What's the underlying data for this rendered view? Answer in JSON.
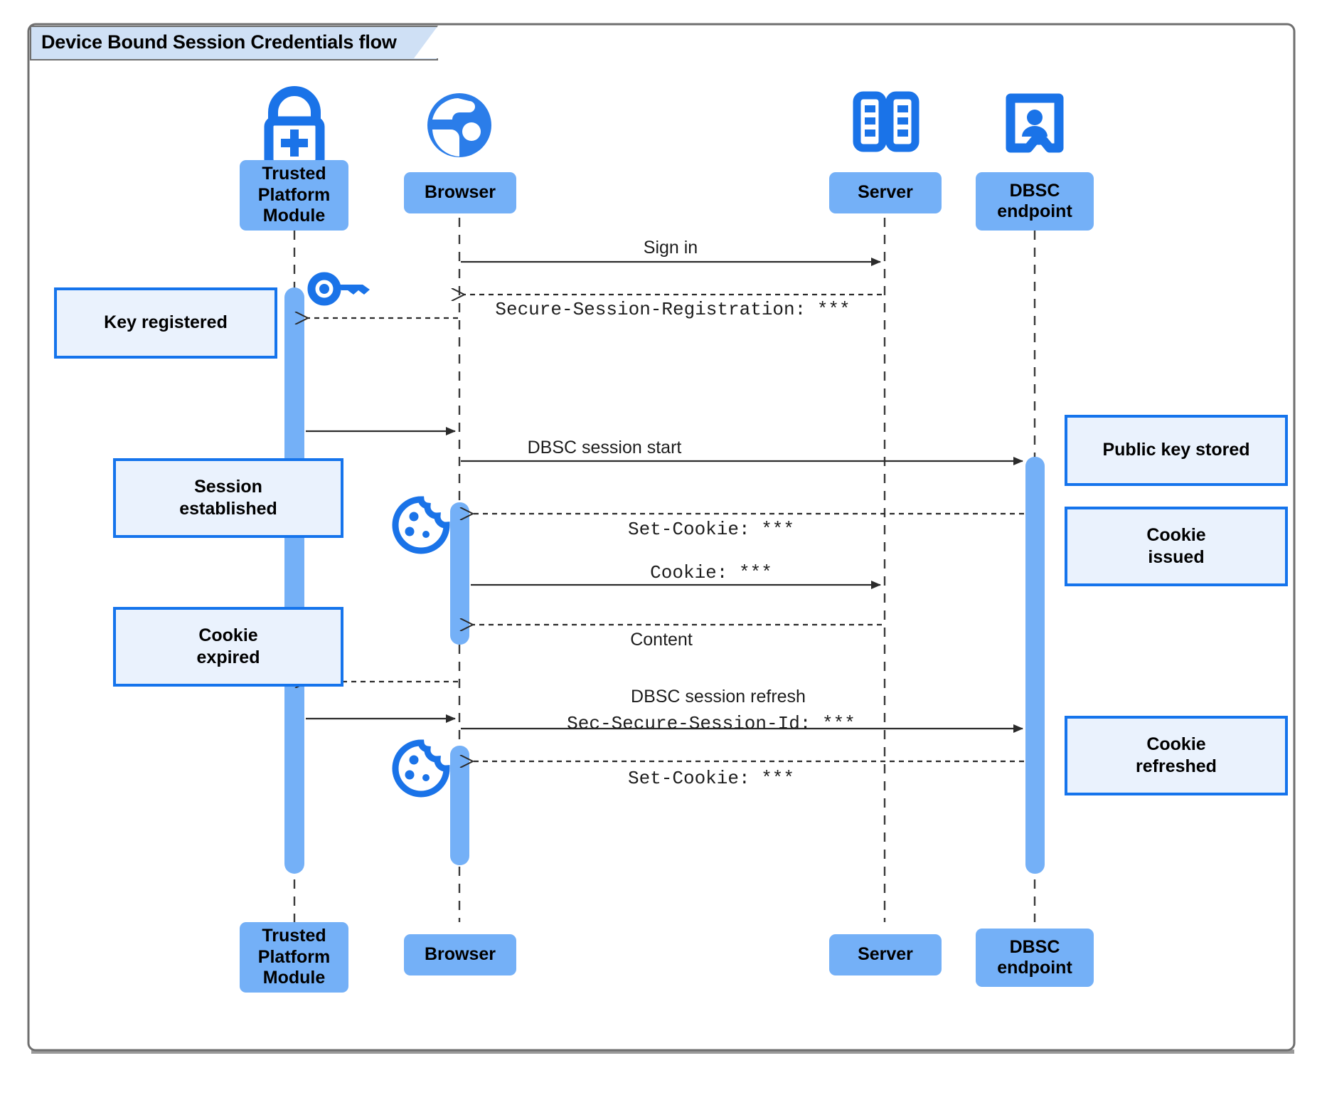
{
  "frame": {
    "title": "Device Bound Session Credentials flow"
  },
  "colors": {
    "participant_fill": "#74b0f7",
    "note_fill": "#eaf2fd",
    "note_border": "#1574ec",
    "icon_blue": "#1a73e8",
    "activation_fill": "#74b0f7",
    "frame_border": "#6f6f6f",
    "title_fill": "#cfe0f5",
    "line": "#2b2b2b"
  },
  "participants": [
    {
      "id": "tpm",
      "label": "Trusted\nPlatform\nModule",
      "icon": "lock-plus-icon"
    },
    {
      "id": "browser",
      "label": "Browser",
      "icon": "globe-icon"
    },
    {
      "id": "server",
      "label": "Server",
      "icon": "server-rack-icon"
    },
    {
      "id": "dbsc",
      "label": "DBSC\nendpoint",
      "icon": "id-badge-icon"
    }
  ],
  "messages": [
    {
      "id": "m1",
      "label": "Sign in",
      "style": "sans",
      "kind": "solid",
      "from": "browser",
      "to": "server"
    },
    {
      "id": "m2",
      "label": "Secure-Session-Registration: ***",
      "style": "mono",
      "kind": "dashed",
      "from": "server",
      "to": "browser"
    },
    {
      "id": "m3",
      "label": "",
      "style": "sans",
      "kind": "dashed",
      "from": "browser",
      "to": "tpm"
    },
    {
      "id": "m4",
      "label": "",
      "style": "sans",
      "kind": "solid",
      "from": "tpm",
      "to": "browser"
    },
    {
      "id": "m5",
      "label": "DBSC session start",
      "style": "sans",
      "kind": "solid",
      "from": "browser",
      "to": "dbsc"
    },
    {
      "id": "m6",
      "label": "Set-Cookie: ***",
      "style": "mono",
      "kind": "dashed",
      "from": "dbsc",
      "to": "browser"
    },
    {
      "id": "m7",
      "label": "Cookie: ***",
      "style": "mono",
      "kind": "solid",
      "from": "browser",
      "to": "server"
    },
    {
      "id": "m8",
      "label": "Content",
      "style": "sans",
      "kind": "dashed",
      "from": "server",
      "to": "browser"
    },
    {
      "id": "m9",
      "label": "",
      "style": "sans",
      "kind": "dashed",
      "from": "browser",
      "to": "tpm"
    },
    {
      "id": "m10",
      "label": "",
      "style": "sans",
      "kind": "solid",
      "from": "tpm",
      "to": "browser"
    },
    {
      "id": "m11",
      "label_line1": "DBSC session refresh",
      "label_line2": "Sec-Secure-Session-Id: ***",
      "style": "mixed",
      "kind": "solid",
      "from": "browser",
      "to": "dbsc"
    },
    {
      "id": "m12",
      "label": "Set-Cookie: ***",
      "style": "mono",
      "kind": "dashed",
      "from": "dbsc",
      "to": "browser"
    }
  ],
  "notes": [
    {
      "id": "n1",
      "text": "Key registered",
      "side": "left"
    },
    {
      "id": "n2",
      "text": "Session\nestablished",
      "side": "left"
    },
    {
      "id": "n3",
      "text": "Cookie\nexpired",
      "side": "left"
    },
    {
      "id": "n4",
      "text": "Public key stored",
      "side": "right"
    },
    {
      "id": "n5",
      "text": "Cookie\nissued",
      "side": "right"
    },
    {
      "id": "n6",
      "text": "Cookie\nrefreshed",
      "side": "right"
    }
  ],
  "inline_icons": [
    {
      "id": "i1",
      "name": "key-icon",
      "near": "tpm-lifeline"
    },
    {
      "id": "i2",
      "name": "cookie-icon",
      "near": "browser-lifeline-top"
    },
    {
      "id": "i3",
      "name": "cookie-icon",
      "near": "browser-lifeline-bottom"
    }
  ]
}
